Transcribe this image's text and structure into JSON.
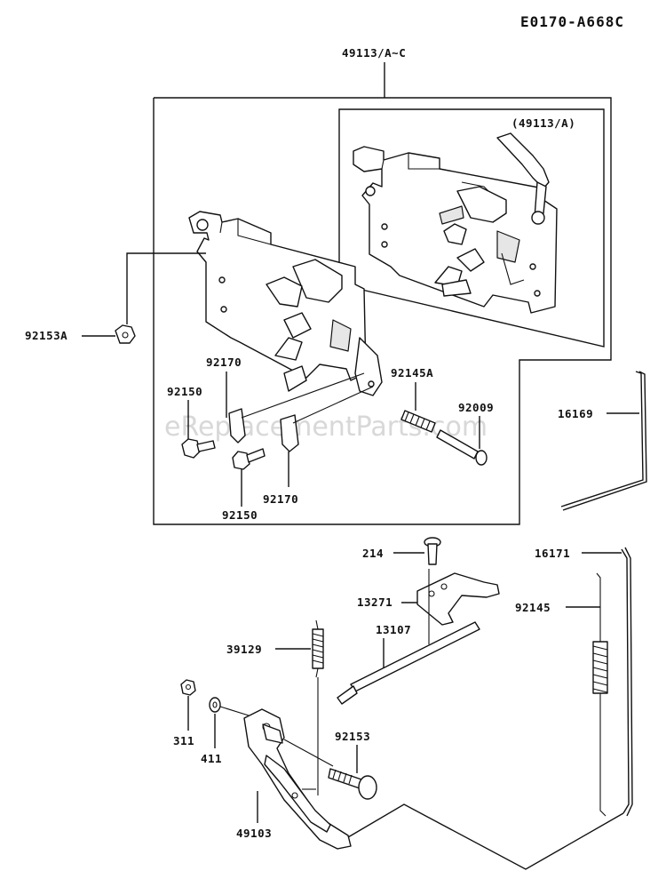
{
  "diagram": {
    "code": "E0170-A668C",
    "watermark": "eReplacementParts.com",
    "labels": {
      "assy": "49113/A~C",
      "assy_a": "(49113/A)",
      "p92153a": "92153A",
      "p92170_top": "92170",
      "p92150_top": "92150",
      "p92145a": "92145A",
      "p92009": "92009",
      "p92170_bottom": "92170",
      "p92150_bottom": "92150",
      "p16169": "16169",
      "p214": "214",
      "p16171": "16171",
      "p13271": "13271",
      "p92145": "92145",
      "p13107": "13107",
      "p39129": "39129",
      "p311": "311",
      "p411": "411",
      "p92153": "92153",
      "p49103": "49103"
    }
  }
}
